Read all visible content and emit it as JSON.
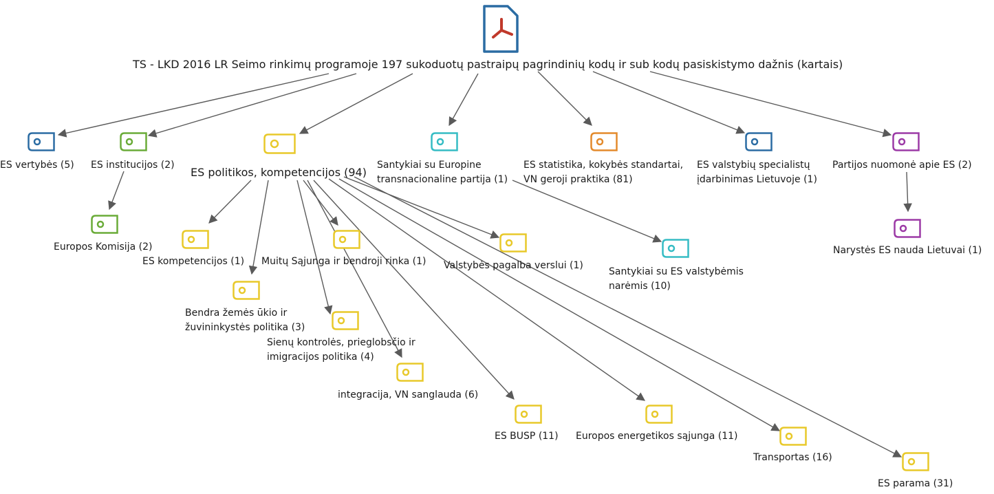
{
  "root": {
    "title": "TS - LKD 2016 LR Seimo rinkimų programoje 197 sukoduotų  pastraipų pagrindinių kodų ir sub kodų pasiskistymo dažnis (kartais)",
    "icon": "pdf-document-icon"
  },
  "colors": {
    "blue": "#2b6ca3",
    "green": "#6aab38",
    "yellow": "#e8c92a",
    "teal": "#35bcc4",
    "orange": "#e38a2c",
    "purple": "#9c3aa6",
    "edge": "#5a5a5a",
    "pdf_red": "#c0392b"
  },
  "nodes": [
    {
      "id": "n1",
      "label": "ES vertybės (5)",
      "color": "blue"
    },
    {
      "id": "n2",
      "label": "ES institucijos (2)",
      "color": "green"
    },
    {
      "id": "n3",
      "label": "ES politikos, kompetencijos (94)",
      "color": "yellow"
    },
    {
      "id": "n4",
      "label": "Santykiai su Europine transnacionaline partija (1)",
      "color": "teal"
    },
    {
      "id": "n5",
      "label": "ES statistika, kokybės standartai, VN geroji praktika (81)",
      "color": "orange"
    },
    {
      "id": "n6",
      "label": "ES valstybių specialistų įdarbinimas Lietuvoje (1)",
      "color": "blue"
    },
    {
      "id": "n7",
      "label": "Partijos nuomonė apie ES (2)",
      "color": "purple"
    },
    {
      "id": "n8",
      "label": "Europos Komisija (2)",
      "color": "green"
    },
    {
      "id": "n9",
      "label": "Narystės ES nauda Lietuvai (1)",
      "color": "purple"
    },
    {
      "id": "n10",
      "label": "Santykiai su ES valstybėmis narėmis (10)",
      "color": "teal"
    },
    {
      "id": "n11",
      "label": "ES kompetencijos (1)",
      "color": "yellow"
    },
    {
      "id": "n12",
      "label": "Muitų Sąjunga ir bendroji rinka (1)",
      "color": "yellow"
    },
    {
      "id": "n13",
      "label": "Valstybės pagalba verslui (1)",
      "color": "yellow"
    },
    {
      "id": "n14",
      "label": "Bendra žemės ūkio ir žuvininkystės politika (3)",
      "color": "yellow"
    },
    {
      "id": "n15",
      "label": "Sienų kontrolės, prieglobsčio ir imigracijos politika (4)",
      "color": "yellow"
    },
    {
      "id": "n16",
      "label": "integracija, VN sanglauda (6)",
      "color": "yellow"
    },
    {
      "id": "n17",
      "label": "ES BUSP  (11)",
      "color": "yellow"
    },
    {
      "id": "n18",
      "label": "Europos energetikos sąjunga (11)",
      "color": "yellow"
    },
    {
      "id": "n19",
      "label": "Transportas (16)",
      "color": "yellow"
    },
    {
      "id": "n20",
      "label": "ES parama (31)",
      "color": "yellow"
    }
  ]
}
